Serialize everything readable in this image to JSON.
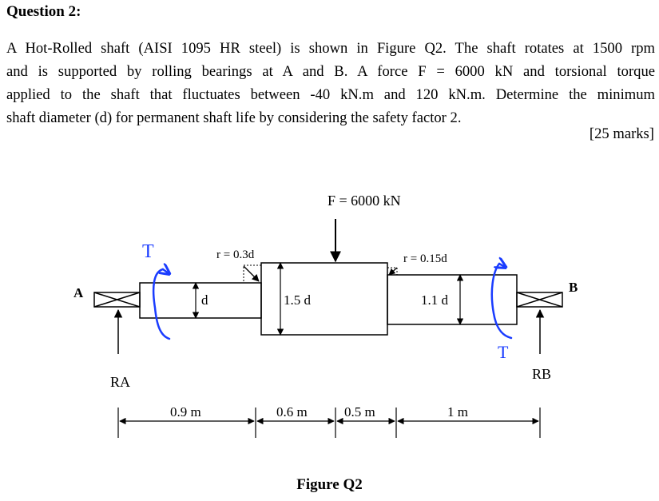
{
  "question": {
    "heading": "Question 2:",
    "lines": [
      "A Hot-Rolled shaft (AISI 1095 HR steel) is shown in Figure Q2. The shaft rotates at 1500 rpm",
      "and is supported by rolling bearings at A and B. A force F = 6000 kN and torsional torque",
      "applied to the shaft that fluctuates between -40 kN.m and 120 kN.m. Determine the minimum",
      "shaft diameter (d) for permanent shaft life by considering the safety factor 2."
    ],
    "marks": "[25 marks]"
  },
  "figure": {
    "force_label": "F = 6000 kN",
    "fillet_left": "r = 0.3d",
    "fillet_right": "r = 0.15d",
    "dia_left": "d",
    "dia_mid": "1.5 d",
    "dia_right": "1.1 d",
    "support_a": "A",
    "support_b": "B",
    "reaction_a": "RA",
    "reaction_b": "RB",
    "torque_label_left": "T",
    "torque_label_right": "T",
    "dims": [
      "0.9 m",
      "0.6 m",
      "0.5 m",
      "1 m"
    ],
    "caption": "Figure Q2",
    "annotation_color": "#1a3cff"
  }
}
